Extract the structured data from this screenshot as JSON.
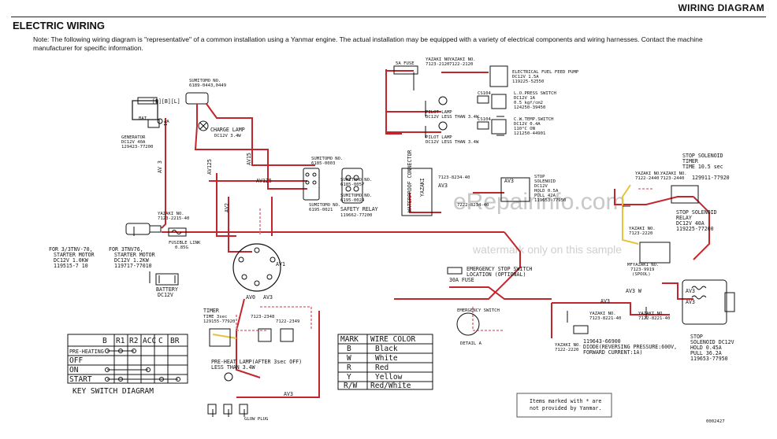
{
  "header": {
    "title": "WIRING DIAGRAM"
  },
  "section": {
    "title": "ELECTRIC WIRING"
  },
  "note": "Note: The following wiring diagram is \"representative\" of a common installation using a Yanmar engine. The actual installation may be equipped with a variety of electrical components and wiring harnesses. Contact the machine manufacturer for specific information.",
  "labels": {
    "sumitomo_top": "SUMITOMO NO.",
    "sumitomo_top2": "6189-0443,0449",
    "charge_lamp": "CHARGE LAMP",
    "charge_lamp_spec": "DC12V 3.4W",
    "generator": "GENERATOR",
    "generator_spec": "DC12V 40A",
    "generator_no": "129423-77200",
    "bat": "BAT",
    "ia": "IA",
    "av3_a": "AV 3",
    "av125": "AV125",
    "av15": "AV15",
    "av125b": "AV125",
    "av2": "AV2",
    "fuse5a": "5A FUSE",
    "yazaki_no": "YAZAKI NO.",
    "yz_7123_2120": "7123-2120",
    "yz_7122_2120": "7122-2120",
    "elec_pump": "ELECTRICAL FUEL FEED PUMP",
    "elec_pump_spec": "DC12V 1.5A",
    "elec_pump_no": "119225-52550",
    "lo_press": "L.O.PRESS SWITCH",
    "lo_press_spec1": "DC12V 1A",
    "lo_press_spec2": "0.5 kgf/cm2",
    "lo_press_no": "124250-39450",
    "cs104": "CS104",
    "pilot_lamp": "PILOT LAMP",
    "pilot_lamp_spec": "DC12V LESS THAN 3.4W",
    "cw_temp": "C.W.TEMP.SWITCH",
    "cw_temp_spec1": "DC12V 0.4A",
    "cw_temp_spec2": "110°C ON",
    "cw_temp_no": "121250-44901",
    "cs104b": "CS104",
    "pilot_lamp2": "PILOT LAMP",
    "pilot_lamp2_spec": "DC12V LESS THAN 3.4W",
    "waterproof": "WATERPROOF CONNECTOR",
    "yazaki": "YAZAKI",
    "yz_7123_8234": "7123-8234-40",
    "yz_7222_8234": "7222-8234-40",
    "av3l": "AV3",
    "av3r": "AV3",
    "stop_sol": "STOP",
    "sol": "SOLENOID",
    "dc12v": "DC12V",
    "hold": "HOLD 0.5A",
    "pull": "PULL 42A",
    "sol_no": "119653-77950",
    "sumitomo_b": "SUMITOMO NO.",
    "sumitomo_b2": "6185-0003",
    "sumitomo_c": "SUMITOMO NO.",
    "sumitomo_c2": "6185-0057",
    "sumitomo_d": "SUMITOMO NO.",
    "sumitomo_d2": "6195-0024",
    "sumitomo_e": "SUMITOMO NO.",
    "sumitomo_e2": "6195-0021",
    "safety_relay": "SAFETY RELAY",
    "safety_relay_no": "119662-77200",
    "yazaki_starter": "YAZAKI NO.",
    "yz_starter": "7123-2215-40",
    "fusible": "FUSIBLE LINK",
    "fusible_spec": "0.85G",
    "for3tnv70": "FOR 3/3TNV-70,",
    "starter_motor": "STARTER MOTOR",
    "starter_spec": "DC12V 1.0KW",
    "starter_no": "119515-7 10",
    "for3tnv76": "FOR 3TNV76,",
    "starter_motor2": "STARTER MOTOR",
    "starter_spec2": "DC12V 1.2KW",
    "starter_no2": "119717-77010",
    "battery": "BATTERY",
    "battery_spec": "DC12V",
    "timer": "TIMER",
    "timer_spec": "TIME 3sec",
    "timer_no": "129155-77920",
    "yz_7123_2348": "7123-2348",
    "yz_7122_2349": "7122-2349",
    "preheat": "PRE-HEAT LAMP(AFTER 3sec OFF)",
    "preheat_spec": "LESS THAN 3.4W",
    "glow": "GLOW PLUG",
    "av1": "AV1",
    "av0": "AV0",
    "av3k": "AV3",
    "av3g": "AV3",
    "fuse30a": "30A FUSE",
    "em_stop": "EMERGENCY STOP SWITCH",
    "em_stop_loc": "LOCATION (OPTIONAL)",
    "em_sw": "EMERGENCY SWITCH",
    "detail_a": "DETAIL A",
    "stop_timer": "STOP SOLENOID",
    "stop_timer2": "TIMER",
    "stop_timer_spec": "TIME 10.5 sec",
    "stop_timer_no": "129911-77920",
    "yz_7122_2440": "7122-2440",
    "yz_7123_2440": "7123-2440",
    "stop_relay": "STOP SOLENOID",
    "stop_relay2": "RELAY",
    "stop_relay_spec": "DC12V 40A",
    "stop_relay_no": "119225-77200",
    "yz_7123_2220": "7123-2220",
    "mfy": "MFYAZAKI NO.",
    "mfy_no": "7123-9919",
    "mfy_note": "(SPOOL)",
    "yz_7123_8221": "7123-8221-40",
    "yz_7122_8221": "7122-8221-40",
    "diode": "119643-66900",
    "diode_spec": "DIODE(REVERSING PRESSURE:600V,",
    "diode_spec2": "FORWARD CURRENT:1A)",
    "yz_7122_2220": "7122-2220",
    "stop_sol2": "STOP",
    "sol2": "SOLENOID DC12V",
    "hold2": "HOLD 0.45A",
    "pull2": "PULL 36.2A",
    "sol2_no": "119653-77950",
    "av3_r": "AV3",
    "av3_r2": "AV3 W"
  },
  "key_switch": {
    "title": "KEY SWITCH DIAGRAM",
    "columns": [
      "B",
      "R1",
      "R2",
      "ACC",
      "C",
      "BR"
    ],
    "rows": [
      "PRE-HEATING",
      "OFF",
      "ON",
      "START"
    ]
  },
  "wire_table": {
    "headers": [
      "MARK",
      "WIRE COLOR"
    ],
    "rows": [
      [
        "B",
        "Black"
      ],
      [
        "W",
        "White"
      ],
      [
        "R",
        "Red"
      ],
      [
        "Y",
        "Yellow"
      ],
      [
        "R/W",
        "Red/White"
      ]
    ]
  },
  "items_note": "Items marked with * are not provided by Yanmar.",
  "code": "0002427",
  "watermarks": [
    "eRepairinfo.com",
    "watermark only on this sample"
  ],
  "colors": {
    "red_wire": "#c0262c",
    "pink_wire": "#e07a8a",
    "yellow_wire": "#e8c23a",
    "black": "#111111"
  }
}
